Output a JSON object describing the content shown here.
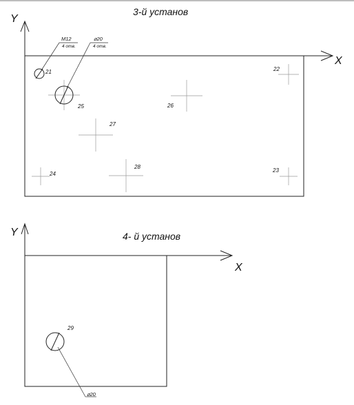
{
  "setup3": {
    "title": "3-й установ",
    "axis_x": "X",
    "axis_y": "Y",
    "callout_m12": "M12",
    "callout_m12_count": "4 отв.",
    "callout_d20": "⌀20",
    "callout_d20_count": "4 отв.",
    "holes": {
      "h21": "21",
      "h22": "22",
      "h23": "23",
      "h24": "24",
      "h25": "25",
      "h26": "26",
      "h27": "27",
      "h28": "28"
    }
  },
  "setup4": {
    "title": "4- й установ",
    "axis_x": "X",
    "axis_y": "Y",
    "hole_29": "29",
    "callout_d20": "⌀20"
  },
  "colors": {
    "line": "#222222",
    "crosshair": "#9a9a9a",
    "topline": "#bdbdbd"
  }
}
